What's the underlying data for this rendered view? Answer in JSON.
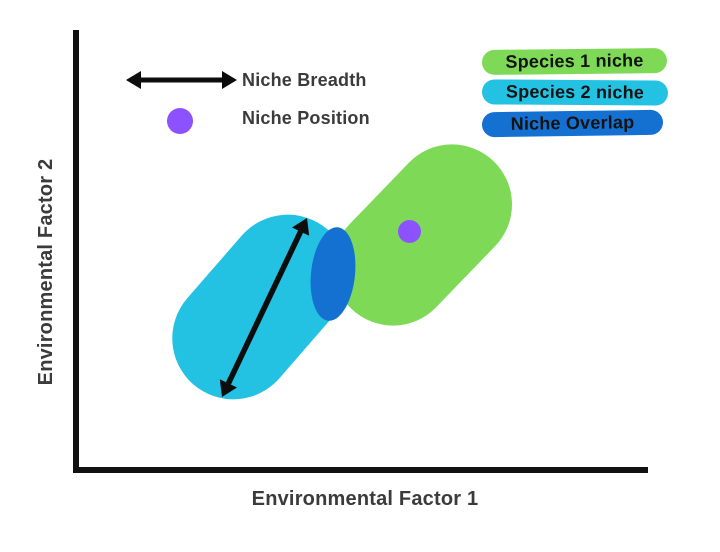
{
  "figure": {
    "x_axis_label": "Environmental Factor 1",
    "y_axis_label": "Environmental Factor 2"
  },
  "legend": {
    "breadth": {
      "label": "Niche Breadth",
      "icon": "double-headed-arrow"
    },
    "position": {
      "label": "Niche Position",
      "icon": "purple-dot"
    },
    "pills": [
      {
        "label": "Species 1 niche",
        "color": "#7ed957"
      },
      {
        "label": "Species 2 niche",
        "color": "#23c2e2"
      },
      {
        "label": "Niche Overlap",
        "color": "#1471d2"
      }
    ]
  },
  "diagram": {
    "species1_niche_color": "#7ed957",
    "species2_niche_color": "#23c2e2",
    "overlap_color": "#1471d2",
    "niche_position_marker_color": "#8c52ff",
    "axis_color": "#111111",
    "arrow_color": "#0d0d0d"
  }
}
